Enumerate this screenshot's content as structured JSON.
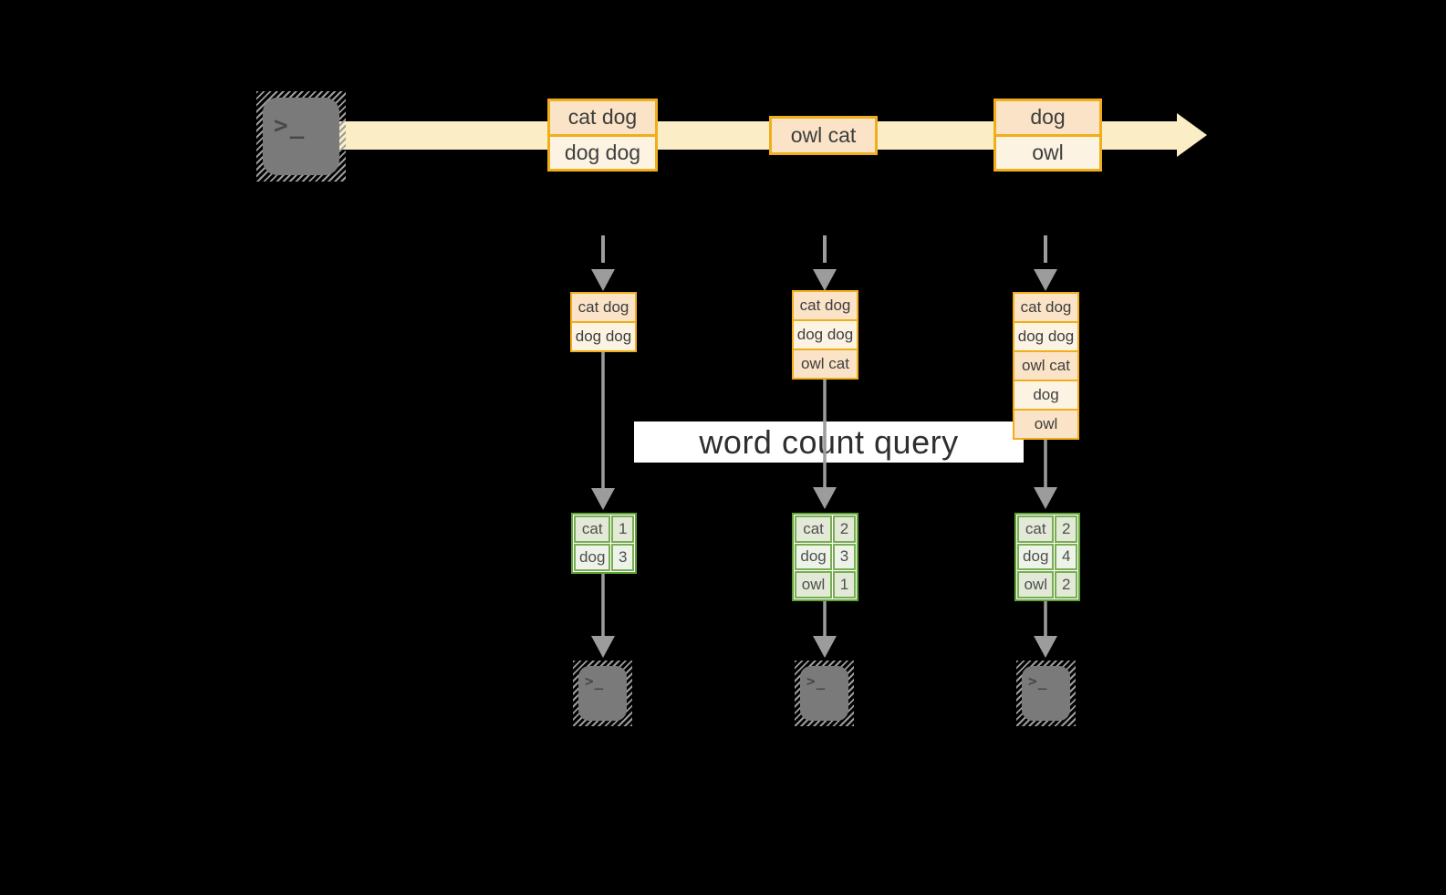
{
  "query_label": "word count query",
  "terminal_prompt": ">_",
  "stream": {
    "batches": [
      {
        "events": [
          "cat dog",
          "dog dog"
        ]
      },
      {
        "events": [
          "owl cat"
        ]
      },
      {
        "events": [
          "dog",
          "owl"
        ]
      }
    ]
  },
  "states": [
    {
      "events": [
        "cat dog",
        "dog dog"
      ]
    },
    {
      "events": [
        "cat dog",
        "dog dog",
        "owl cat"
      ]
    },
    {
      "events": [
        "cat dog",
        "dog dog",
        "owl cat",
        "dog",
        "owl"
      ]
    }
  ],
  "counts": [
    {
      "rows": [
        {
          "word": "cat",
          "count": "1"
        },
        {
          "word": "dog",
          "count": "3"
        }
      ]
    },
    {
      "rows": [
        {
          "word": "cat",
          "count": "2"
        },
        {
          "word": "dog",
          "count": "3"
        },
        {
          "word": "owl",
          "count": "1"
        }
      ]
    },
    {
      "rows": [
        {
          "word": "cat",
          "count": "2"
        },
        {
          "word": "dog",
          "count": "4"
        },
        {
          "word": "owl",
          "count": "2"
        }
      ]
    }
  ],
  "colors": {
    "stream_band": "#fbeec6",
    "event_border": "#efae1a",
    "event_row_dark": "#fae3c6",
    "event_row_light": "#fdf3e3",
    "count_border": "#5ea336",
    "count_cell_dark": "#e3e9d7",
    "count_cell_light": "#eef3e9",
    "arrow": "#9c9c9c",
    "query_band_bg": "#ffffff"
  }
}
